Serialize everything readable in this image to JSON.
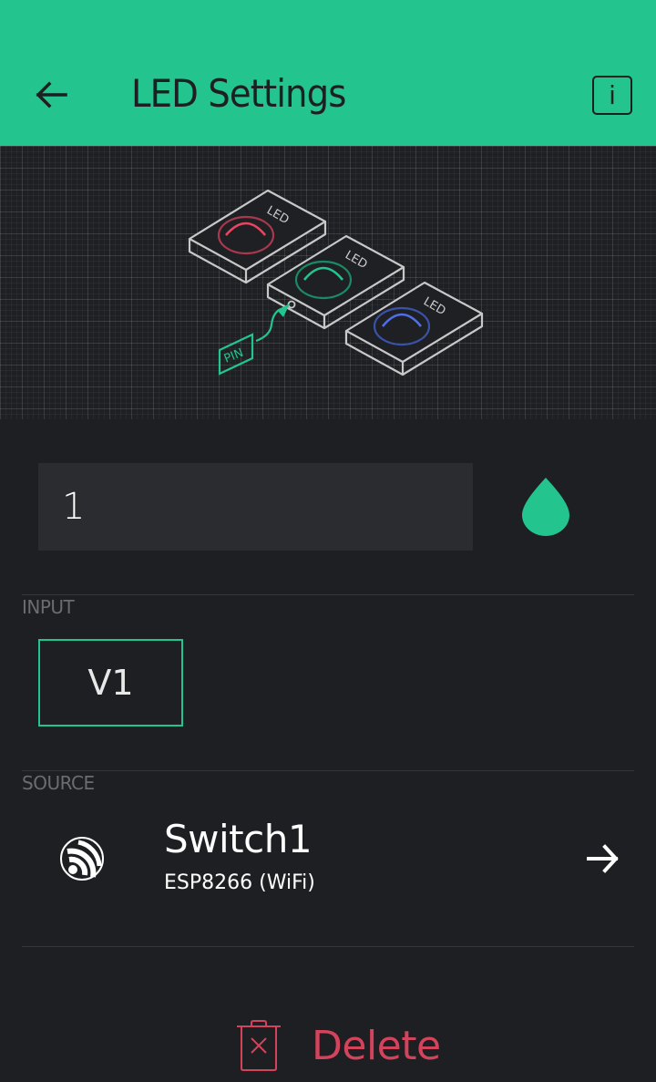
{
  "header": {
    "title": "LED Settings",
    "back_icon": "arrow-left-icon",
    "info_label": "i",
    "background_color": "#23c48e"
  },
  "illustration": {
    "labels": {
      "led_1": "LED",
      "led_2": "LED",
      "led_3": "LED",
      "pin": "PIN"
    },
    "led_colors": [
      "#e94560",
      "#23c48e",
      "#4f6ee8"
    ]
  },
  "name_field": {
    "value": "1",
    "color_icon": "droplet-icon",
    "color": "#23c48e"
  },
  "input_section": {
    "label": "INPUT",
    "pin": "V1"
  },
  "source_section": {
    "label": "SOURCE",
    "device_name": "Switch1",
    "device_type": "ESP8266 (WiFi)",
    "device_icon": "espressif-icon",
    "nav_icon": "arrow-right-icon"
  },
  "delete": {
    "label": "Delete",
    "icon": "trash-icon",
    "color": "#d3435c"
  }
}
